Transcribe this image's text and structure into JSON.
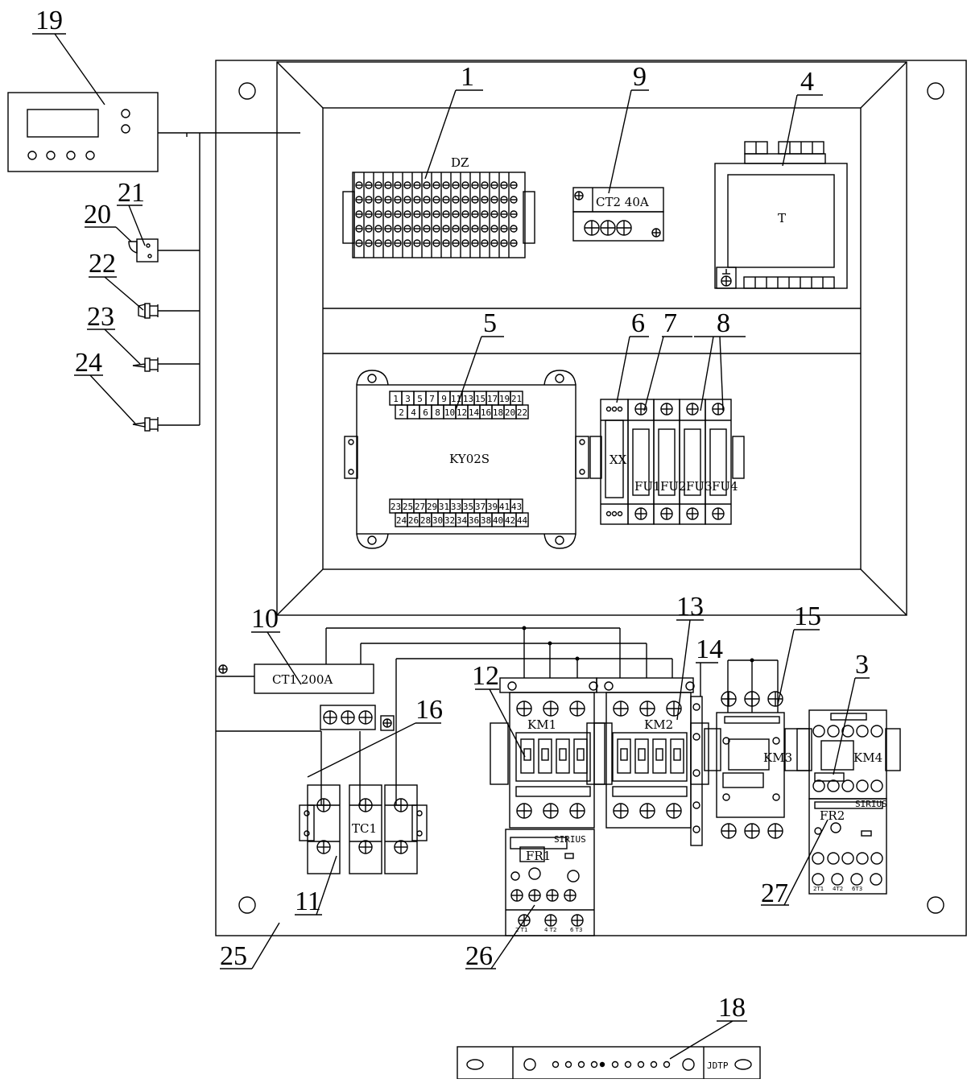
{
  "callouts": [
    "19",
    "1",
    "9",
    "4",
    "21",
    "20",
    "22",
    "23",
    "24",
    "5",
    "6",
    "7",
    "8",
    "10",
    "13",
    "15",
    "14",
    "3",
    "12",
    "16",
    "11",
    "25",
    "26",
    "27",
    "18"
  ],
  "components": {
    "terminal_block": "DZ",
    "ct2": "CT2 40A",
    "transformer": "T",
    "controller": "KY02S",
    "xx": "XX",
    "fuses": [
      "FU1",
      "FU2",
      "FU3",
      "FU4"
    ],
    "ct1": "CT1 200A",
    "tc1": "TC1",
    "km1": "KM1",
    "km2": "KM2",
    "km3": "KM3",
    "km4": "KM4",
    "fr1": "FR1",
    "fr2": "FR2",
    "sirius": "SIRIUS",
    "jdtp": "JDTP"
  },
  "terminals_top_odd": [
    "1",
    "3",
    "5",
    "7",
    "9",
    "11",
    "13",
    "15",
    "17",
    "19",
    "21"
  ],
  "terminals_top_even": [
    "2",
    "4",
    "6",
    "8",
    "10",
    "12",
    "14",
    "16",
    "18",
    "20",
    "22"
  ],
  "terminals_bot_odd": [
    "23",
    "25",
    "27",
    "29",
    "31",
    "33",
    "35",
    "37",
    "39",
    "41",
    "43"
  ],
  "terminals_bot_even": [
    "24",
    "26",
    "28",
    "30",
    "32",
    "34",
    "36",
    "38",
    "40",
    "42",
    "44"
  ],
  "fr1_terms": [
    "2 T1",
    "4 T2",
    "6 T3"
  ],
  "fr2_terms": [
    "2T1",
    "4T2",
    "6T3"
  ]
}
